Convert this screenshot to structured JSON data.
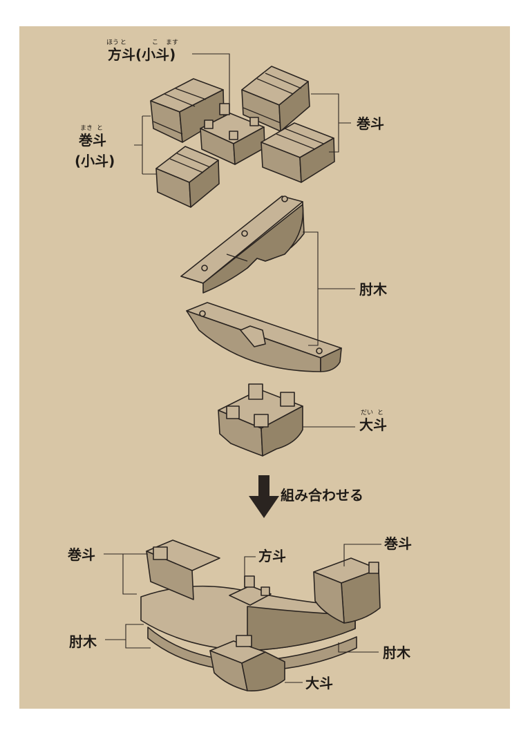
{
  "exploded": {
    "hoto_label": "方斗(小斗)",
    "hoto_ruby_1": "ほう",
    "hoto_ruby_2": "と",
    "hoto_ruby_3": "こ",
    "hoto_ruby_4": "ます",
    "makito_left_label_1": "巻斗",
    "makito_left_label_2": "(小斗)",
    "makito_left_ruby_1": "まき",
    "makito_left_ruby_2": "と",
    "makito_right_label": "巻斗",
    "hijiki_label": "肘木",
    "daito_label": "大斗",
    "daito_ruby_1": "だい",
    "daito_ruby_2": "と"
  },
  "step_label": "組み合わせる",
  "assembled": {
    "makito_left": "巻斗",
    "hoto": "方斗",
    "makito_right": "巻斗",
    "hijiki_left": "肘木",
    "hijiki_right": "肘木",
    "daito": "大斗"
  },
  "colors": {
    "paper": "#d8c6a6",
    "ink": "#1e1a16",
    "arrow": "#2a2420"
  },
  "icons": {
    "down_arrow": "down-arrow-icon"
  }
}
